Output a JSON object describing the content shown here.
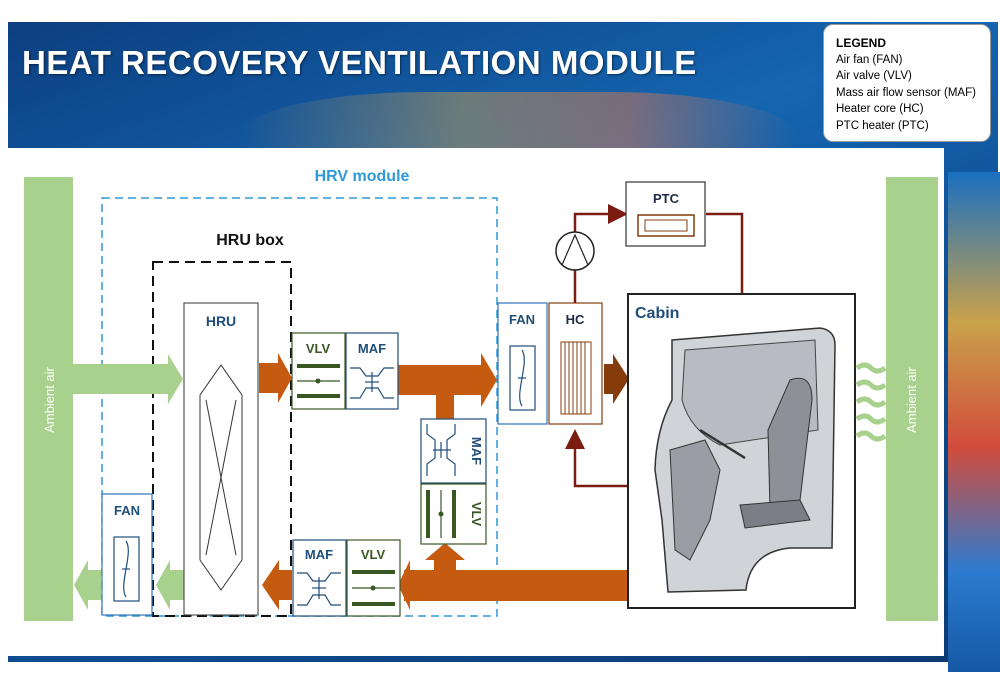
{
  "title": "HEAT RECOVERY VENTILATION MODULE",
  "legend": {
    "heading": "LEGEND",
    "items": [
      "Air fan (FAN)",
      "Air valve (VLV)",
      "Mass air flow sensor (MAF)",
      "Heater core (HC)",
      "PTC heater (PTC)"
    ]
  },
  "diagram": {
    "ambient_air_left": "Ambient air",
    "ambient_air_right": "Ambient air",
    "hrv_module": "HRV module",
    "hru_box": "HRU box",
    "hru": "HRU",
    "vlv_top": "VLV",
    "maf_top": "MAF",
    "fan_top": "FAN",
    "hc": "HC",
    "ptc": "PTC",
    "cabin": "Cabin",
    "maf_mid": "MAF",
    "vlv_mid": "VLV",
    "fan_bottom": "FAN",
    "maf_bottom": "MAF",
    "vlv_bottom": "VLV"
  },
  "colors": {
    "orange_flow": "#c55a11",
    "green_flow": "#a9d18e",
    "dark_red_line": "#7b1c11",
    "blue_label": "#1f4e79",
    "green_label": "#385723",
    "dashed_blue": "#2e9ad8"
  }
}
